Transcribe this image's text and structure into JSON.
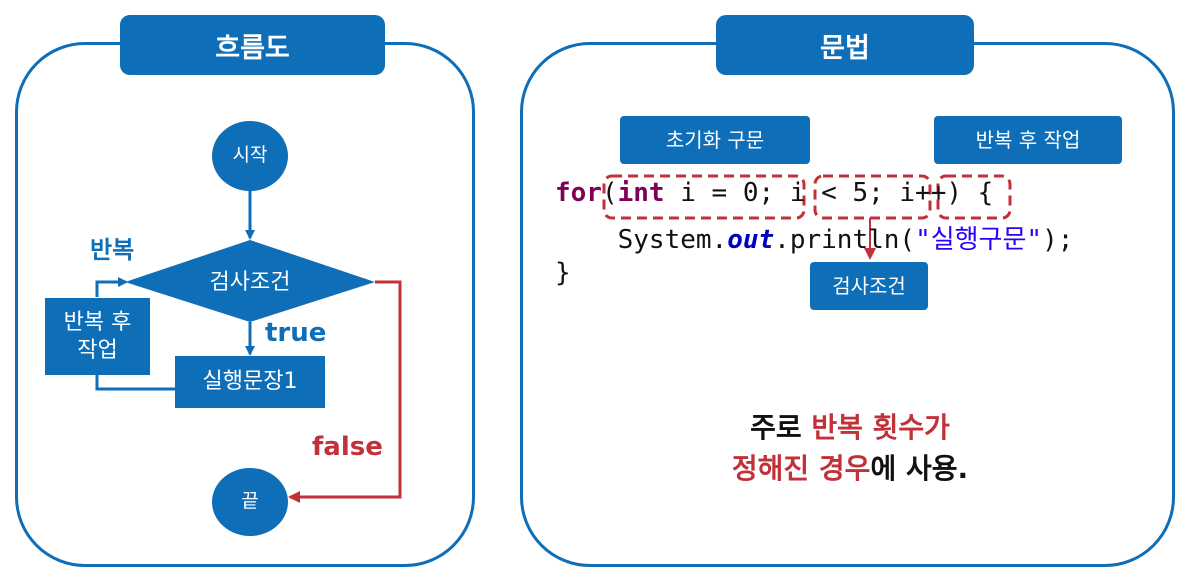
{
  "flowchart": {
    "title": "흐름도",
    "start": "시작",
    "condition": "검사조건",
    "loop_label": "반복",
    "after_action": "반복 후\n작업",
    "true_label": "true",
    "statement": "실행문장1",
    "false_label": "false",
    "end": "끝"
  },
  "syntax": {
    "title": "문법",
    "init_label": "초기화 구문",
    "update_label": "반복 후 작업",
    "condition_label": "검사조건",
    "code": {
      "for_kw": "for",
      "paren_open": "(",
      "int_kw": "int",
      "init_rest": " i = 0;",
      "cond": " i < 5;",
      "update": " i++",
      "tail": ") {",
      "indent": "    ",
      "system": "System.",
      "out": "out",
      "println_open": ".println(",
      "string": "\"실행구문\"",
      "println_close": ");",
      "close_brace": "}"
    },
    "summary": {
      "line1_pre": "주로 ",
      "line1_hl": "반복 횟수가",
      "line2_hl": "정해진 경우",
      "line2_post": "에 사용."
    }
  },
  "colors": {
    "primary": "#0f6eb8",
    "accent_red": "#c0313a"
  }
}
